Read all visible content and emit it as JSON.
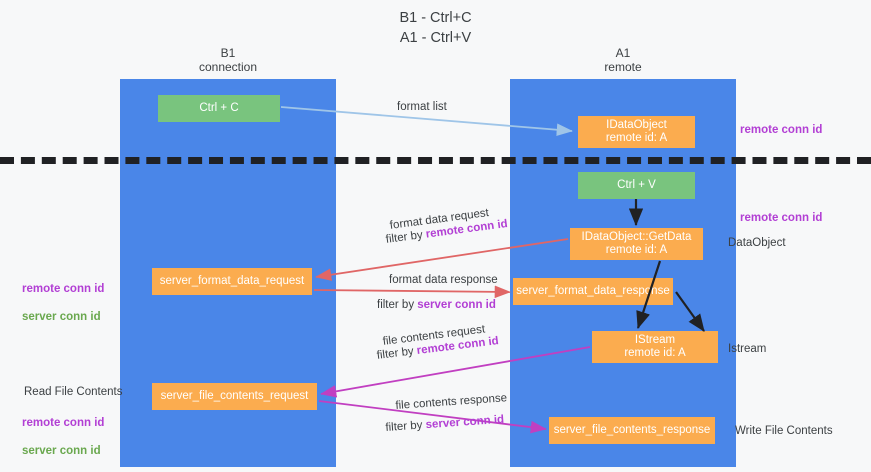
{
  "title": "B1 - Ctrl+C\nA1 - Ctrl+V",
  "lanes": [
    {
      "id": "b1",
      "header": "B1\nconnection",
      "color": "#4a86e8"
    },
    {
      "id": "a1",
      "header": "A1\nremote",
      "color": "#4a86e8"
    }
  ],
  "nodes": {
    "ctrl_c": "Ctrl + C",
    "idataobject": "IDataObject\nremote id: A",
    "ctrl_v": "Ctrl + V",
    "getdata": "IDataObject::GetData\nremote id: A",
    "server_format_data_request": "server_format_data_request",
    "server_format_data_response": "server_format_data_response",
    "istream": "IStream\nremote id: A",
    "server_file_contents_request": "server_file_contents_request",
    "server_file_contents_response": "server_file_contents_response"
  },
  "edge_labels": {
    "format_list": "format list",
    "format_data_request": "format data request",
    "filter_by_label": "filter by ",
    "remote_conn_id": "remote conn id",
    "server_conn_id": "server conn id",
    "format_data_response": "format data response",
    "file_contents_request": "file contents request",
    "file_contents_response": "file contents response"
  },
  "annotations": {
    "remote_conn_id_top": "remote conn id",
    "remote_conn_id_mid": "remote conn id",
    "data_object": "DataObject",
    "istream": "Istream",
    "write_file_contents": "Write File Contents",
    "read_file_contents": "Read File Contents",
    "left_remote_conn_id": "remote conn id",
    "left_server_conn_id": "server conn id"
  },
  "colors": {
    "lane_blue": "#4a86e8",
    "node_green": "#79c47e",
    "node_orange": "#fbac4f",
    "arrow_blue": "#9fc5e8",
    "arrow_red": "#e06666",
    "arrow_magenta": "#c13fc1",
    "arrow_black": "#202124",
    "highlight_purple": "#b23fd4",
    "highlight_green": "#6aa84f",
    "divider": "#202124"
  }
}
